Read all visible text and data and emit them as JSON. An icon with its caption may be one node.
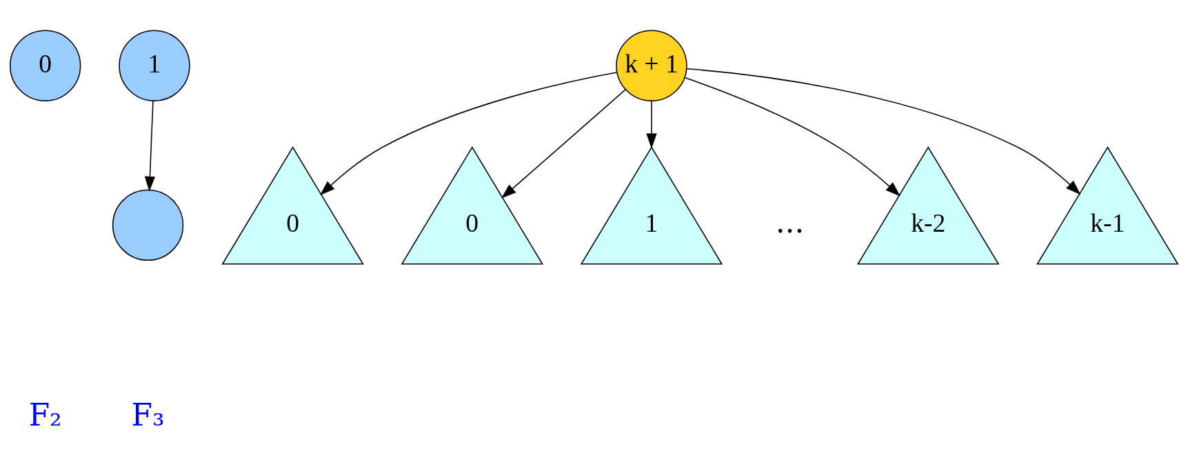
{
  "diagram": {
    "nodes": [
      {
        "text": [
          "0"
        ]
      },
      {
        "text": [
          "1"
        ]
      },
      {
        "text": [],
        "shape": "circle"
      },
      {
        "text": [
          "k + 1"
        ]
      },
      {
        "text": [
          "0"
        ]
      },
      {
        "text": [
          "0"
        ]
      },
      {
        "text": [
          "1"
        ]
      },
      {
        "text": [
          "k-2"
        ]
      },
      {
        "text": [
          "k-1"
        ]
      }
    ],
    "edges": [
      {
        "from": 1,
        "to": 2,
        "arrow": "to"
      },
      {
        "from": 3,
        "to": 4,
        "arrow": "to"
      },
      {
        "from": 3,
        "to": 5,
        "arrow": "to"
      },
      {
        "from": 3,
        "to": 6,
        "arrow": "to"
      },
      {
        "from": 3,
        "to": 7,
        "arrow": "to"
      },
      {
        "from": 3,
        "to": 8,
        "arrow": "to"
      }
    ],
    "labels": [
      "...",
      "F₂",
      "F₃"
    ]
  }
}
